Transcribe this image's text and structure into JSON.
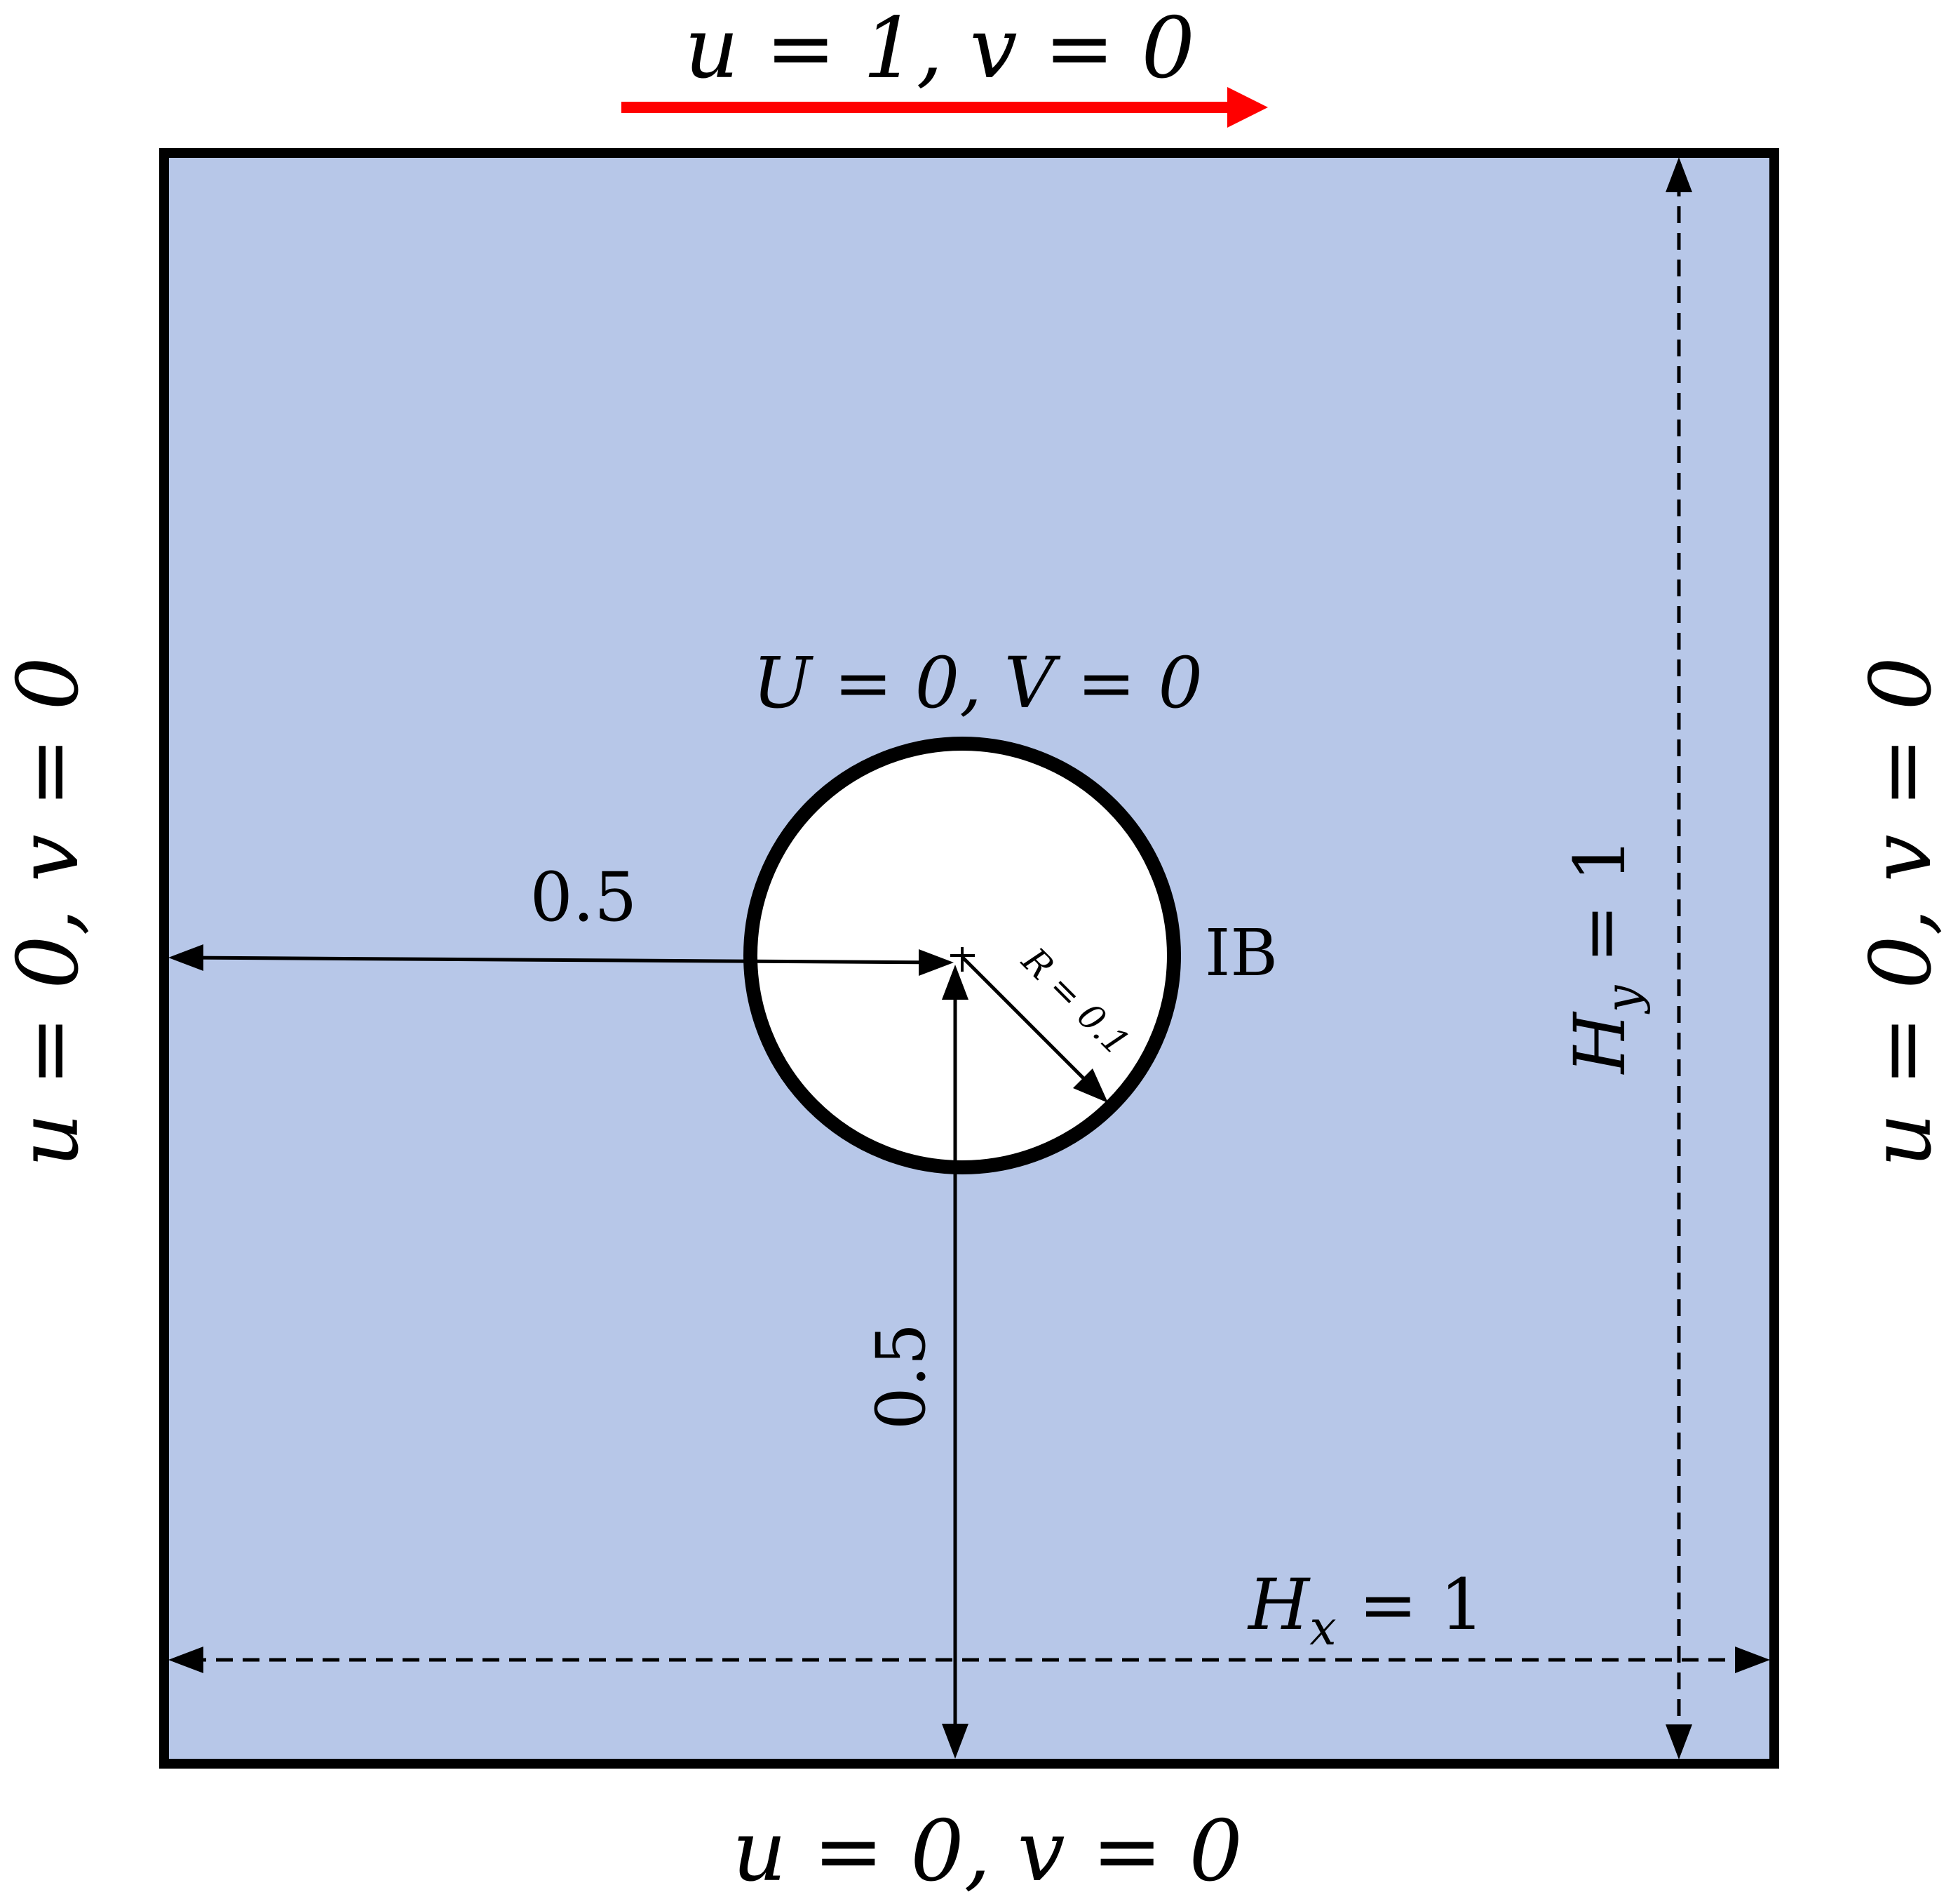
{
  "colors": {
    "domain_fill": "#B7C7E8",
    "boundary_stroke": "#000000",
    "lid_arrow": "#FF0000",
    "cylinder_fill": "#FFFFFF"
  },
  "labels": {
    "top_bc": "u = 1, v = 0",
    "bottom_bc": "u = 0, v = 0",
    "left_bc": "u = 0, v = 0",
    "right_bc": "u = 0, v = 0",
    "ib_bc": "U = 0, V = 0",
    "ib_label": "IB",
    "radius_label": "R = 0.1",
    "horizontal_offset": "0.5",
    "vertical_offset": "0.5",
    "hx_label": "H",
    "hx_sub": "x",
    "hx_value": " = 1",
    "hy_label": "H",
    "hy_sub": "y",
    "hy_value": " = 1"
  },
  "arrow_icon": "right-arrow-icon"
}
